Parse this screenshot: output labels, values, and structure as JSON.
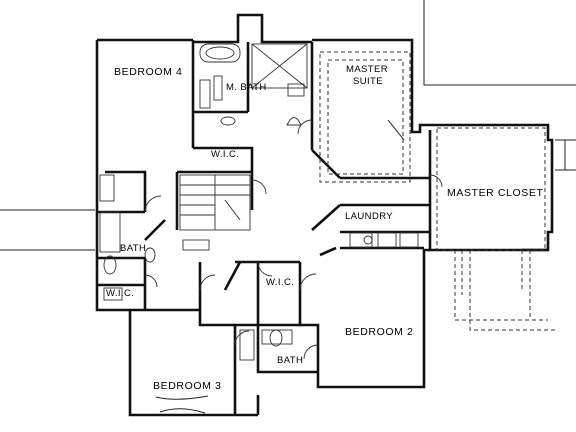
{
  "rooms": {
    "bedroom_4": "BEDROOM 4",
    "m_bath": "M. BATH",
    "master_suite_1": "MASTER",
    "master_suite_2": "SUITE",
    "master_closet": "MASTER CLOSET",
    "laundry": "LAUNDRY",
    "wic_upper": "W.I.C.",
    "wic_left": "W.I.C.",
    "wic_mid": "W.I.C.",
    "bath_left": "BATH",
    "bath_lower": "BATH",
    "bedroom_2": "BEDROOM 2",
    "bedroom_3": "BEDROOM 3"
  }
}
